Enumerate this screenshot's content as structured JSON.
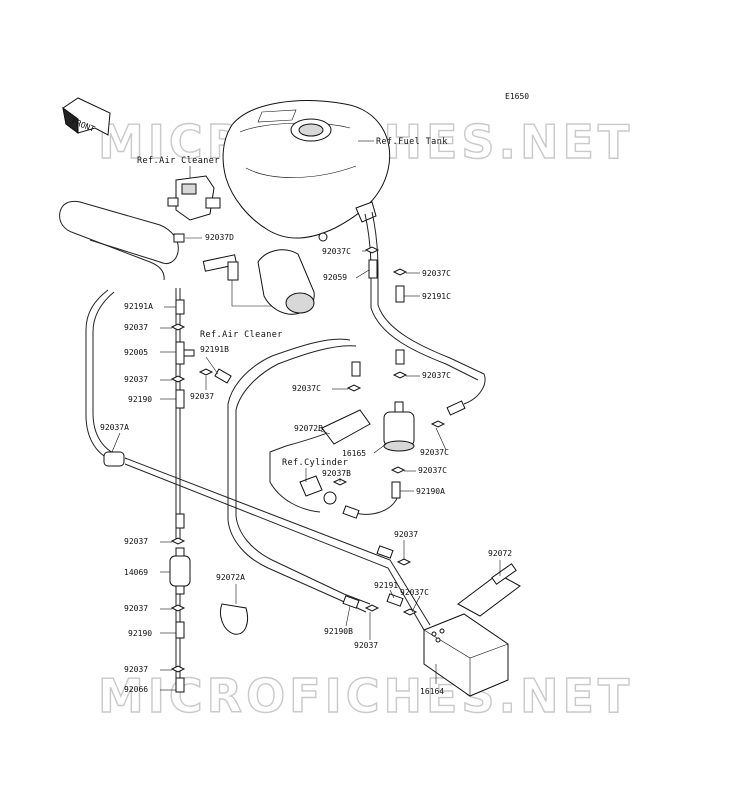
{
  "diagram": {
    "code": "E1650",
    "front_label": "FRONT",
    "watermark": "MICROFICHES.NET",
    "refs": {
      "fuel_tank": "Ref.Fuel Tank",
      "air_cleaner_top": "Ref.Air Cleaner",
      "air_cleaner_mid": "Ref.Air Cleaner",
      "cylinder": "Ref.Cylinder"
    },
    "parts": {
      "p92037d": "92037D",
      "p92037c_a": "92037C",
      "p92037c_b": "92037C",
      "p92059": "92059",
      "p92191c": "92191C",
      "p92191a": "92191A",
      "p92037_a": "92037",
      "p92005": "92005",
      "p92191b": "92191B",
      "p92037_b": "92037",
      "p92037_c": "92037",
      "p92190_a": "92190",
      "p92037c_c": "92037C",
      "p92037c_d": "92037C",
      "p92037a": "92037A",
      "p92072b": "92072B",
      "p16165": "16165",
      "p92037c_e": "92037C",
      "p92037c_f": "92037C",
      "p92037b": "92037B",
      "p92190a": "92190A",
      "p92037_d": "92037",
      "p92037_e": "92037",
      "p14069": "14069",
      "p92072a": "92072A",
      "p92072": "92072",
      "p92191": "92191",
      "p92037c_g": "92037C",
      "p92037_f": "92037",
      "p92190_b": "92190",
      "p92190b": "92190B",
      "p92037_g": "92037",
      "p92037_h": "92037",
      "p92066": "92066",
      "p16164": "16164"
    }
  }
}
